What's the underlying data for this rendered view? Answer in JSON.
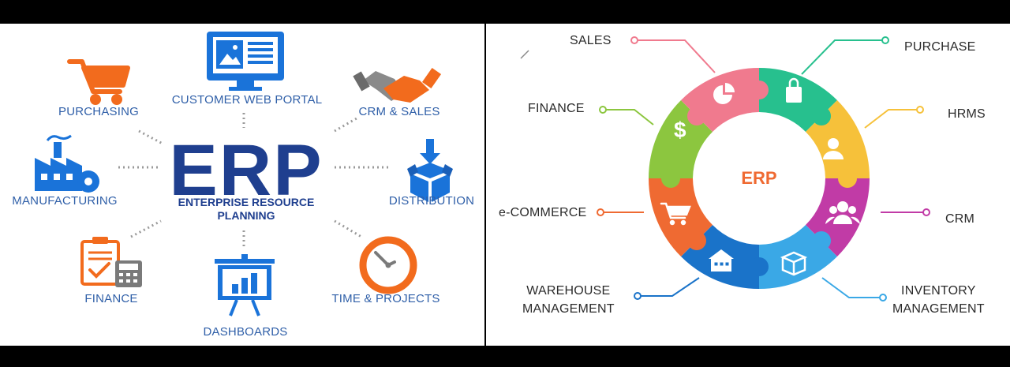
{
  "left_diagram": {
    "center_title": "ERP",
    "center_subtitle_line1": "ENTERPRISE RESOURCE",
    "center_subtitle_line2": "PLANNING",
    "items": {
      "customer_web_portal": "CUSTOMER WEB PORTAL",
      "purchasing": "PURCHASING",
      "crm_sales": "CRM & SALES",
      "manufacturing": "MANUFACTURING",
      "distribution": "DISTRIBUTION",
      "finance": "FINANCE",
      "dashboards": "DASHBOARDS",
      "time_projects": "TIME & PROJECTS"
    },
    "icons": {
      "customer_web_portal": "monitor-icon",
      "purchasing": "shopping-cart-icon",
      "crm_sales": "handshake-icon",
      "manufacturing": "factory-icon",
      "distribution": "box-download-icon",
      "finance": "clipboard-calculator-icon",
      "dashboards": "presentation-board-icon",
      "time_projects": "clock-icon"
    },
    "colors": {
      "primary": "#1f3f8f",
      "icon_blue": "#1a73d9",
      "icon_orange": "#f26b1d"
    }
  },
  "right_diagram": {
    "center_label": "ERP",
    "labels": {
      "sales": "SALES",
      "purchase": "PURCHASE",
      "finance": "FINANCE",
      "hrms": "HRMS",
      "ecommerce": "e-COMMERCE",
      "crm": "CRM",
      "warehouse_line1": "WAREHOUSE",
      "warehouse_line2": "MANAGEMENT",
      "inventory_line1": "INVENTORY",
      "inventory_line2": "MANAGEMENT"
    },
    "segment_colors": {
      "sales": "#f07a8e",
      "purchase": "#27c08e",
      "hrms": "#f6c13a",
      "crm": "#c13ba6",
      "inventory": "#3aa8e6",
      "warehouse": "#1a73c9",
      "ecommerce": "#ef6a32",
      "finance": "#8cc63f"
    },
    "icons": {
      "sales": "pie-chart-icon",
      "purchase": "shopping-bag-icon",
      "hrms": "user-icon",
      "crm": "users-icon",
      "inventory": "open-box-icon",
      "warehouse": "warehouse-icon",
      "ecommerce": "shopping-cart-icon",
      "finance": "dollar-icon"
    },
    "center_text_color": "#ef6a32"
  }
}
